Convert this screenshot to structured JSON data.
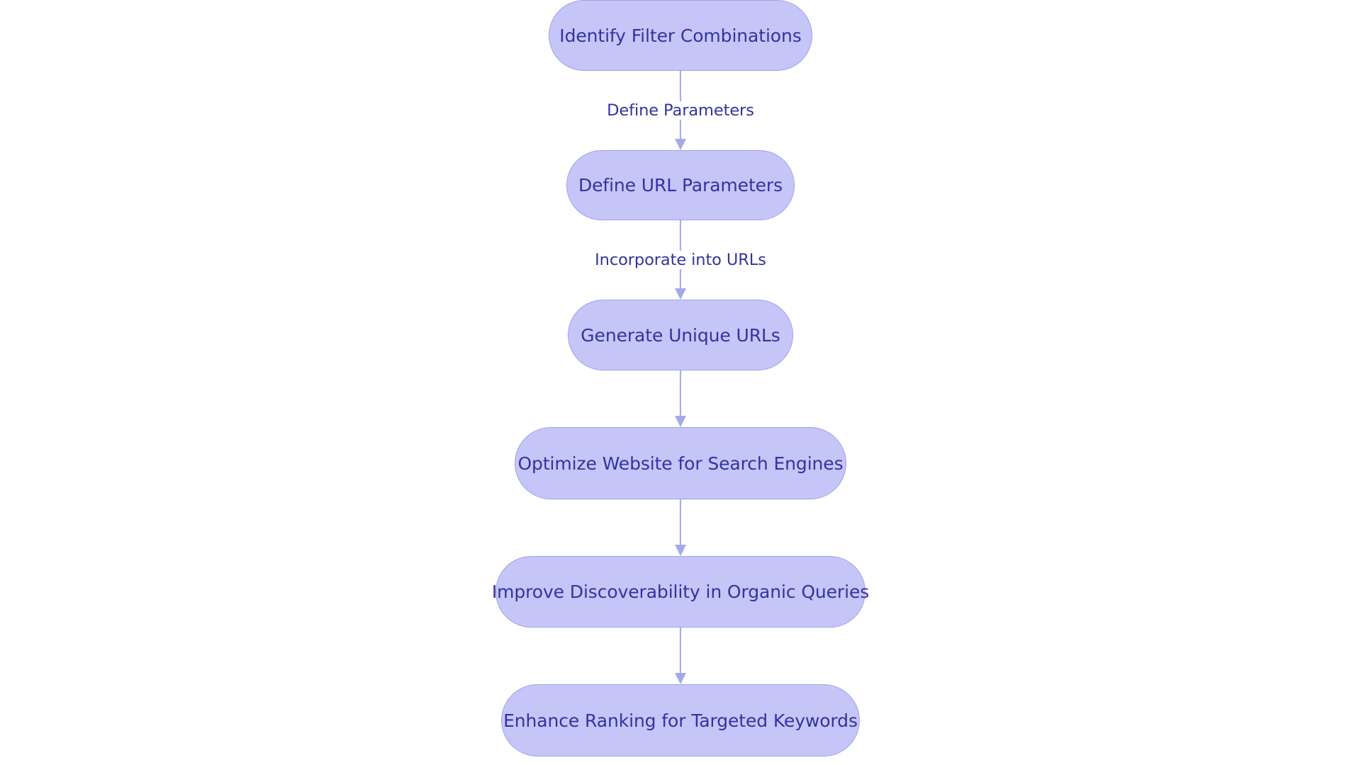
{
  "diagram": {
    "type": "flowchart",
    "orientation": "top-to-bottom",
    "background_color": "#ffffff",
    "node_fill_color": "#c5c6f7",
    "node_border_color": "#9fa2e8",
    "node_text_color": "#3333a0",
    "connector_color": "#a5a8e8",
    "edge_label_color": "#3333a0",
    "nodes": [
      {
        "id": "n1",
        "label": "Identify Filter Combinations"
      },
      {
        "id": "n2",
        "label": "Define URL Parameters"
      },
      {
        "id": "n3",
        "label": "Generate Unique URLs"
      },
      {
        "id": "n4",
        "label": "Optimize Website for Search Engines"
      },
      {
        "id": "n5",
        "label": "Improve Discoverability in Organic Queries"
      },
      {
        "id": "n6",
        "label": "Enhance Ranking for Targeted Keywords"
      }
    ],
    "edges": [
      {
        "from": "n1",
        "to": "n2",
        "label": "Define Parameters"
      },
      {
        "from": "n2",
        "to": "n3",
        "label": "Incorporate into URLs"
      },
      {
        "from": "n3",
        "to": "n4",
        "label": ""
      },
      {
        "from": "n4",
        "to": "n5",
        "label": ""
      },
      {
        "from": "n5",
        "to": "n6",
        "label": ""
      }
    ]
  }
}
